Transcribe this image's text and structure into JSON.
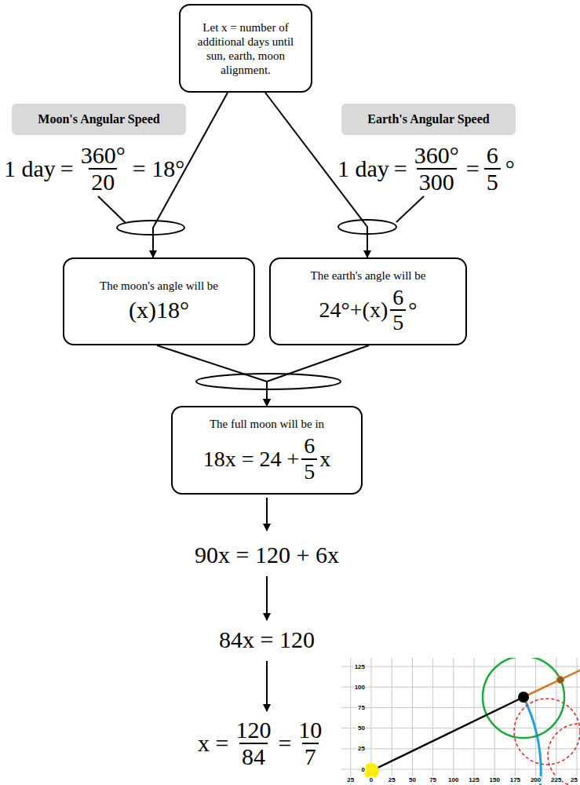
{
  "diagram": {
    "nodes": [
      {
        "text": [
          "Let x = number of additional days until sun, earth, moon alignment."
        ]
      },
      {
        "text": [
          "Moon's Angular Speed"
        ]
      },
      {
        "text": [
          "Earth's Angular Speed"
        ]
      },
      {
        "text": [
          "The moon's angle will be",
          "(x)18°"
        ]
      },
      {
        "text": [
          "The earth's angle will be",
          "24°+(x)",
          "6",
          "5",
          "°"
        ]
      },
      {
        "text": [
          "The full moon will be in",
          "18x = 24 +",
          "6",
          "5",
          "x"
        ]
      }
    ],
    "edges": [
      {
        "from": 0,
        "to": 3,
        "arrow": "to"
      },
      {
        "from": 0,
        "to": 4,
        "arrow": "to"
      },
      {
        "from": 3,
        "to": 5,
        "arrow": "to"
      },
      {
        "from": 4,
        "to": 5,
        "arrow": "to"
      }
    ],
    "labels": [
      "1 day",
      "=",
      "360°",
      "20",
      "= 18°",
      "1 day",
      "=",
      "360°",
      "300",
      "=",
      "6",
      "5",
      "°",
      "90x = 120 + 6x",
      "84x = 120",
      "x =",
      "120",
      "84",
      "=",
      "10",
      "7",
      "125",
      "100",
      "75",
      "50",
      "25",
      "0",
      "25",
      "0",
      "25",
      "50",
      "75",
      "100",
      "125",
      "150",
      "175",
      "200",
      "225",
      "25"
    ]
  }
}
